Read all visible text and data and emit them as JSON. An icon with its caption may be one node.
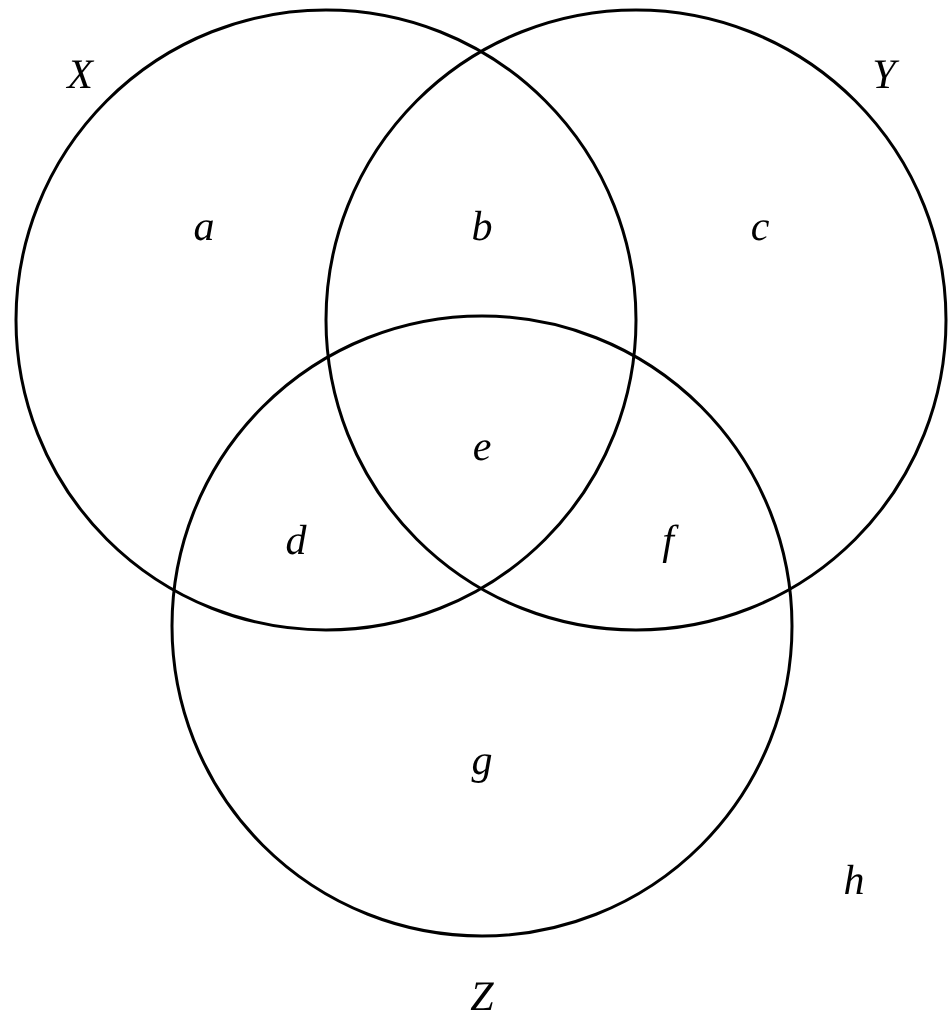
{
  "diagram": {
    "nodes": [
      {
        "text": [
          "X"
        ]
      },
      {
        "text": [
          "Y"
        ]
      },
      {
        "text": [
          "Z"
        ]
      }
    ],
    "edges": [],
    "labels": [
      "a",
      "b",
      "c",
      "e",
      "d",
      "f",
      "g",
      "h"
    ]
  }
}
